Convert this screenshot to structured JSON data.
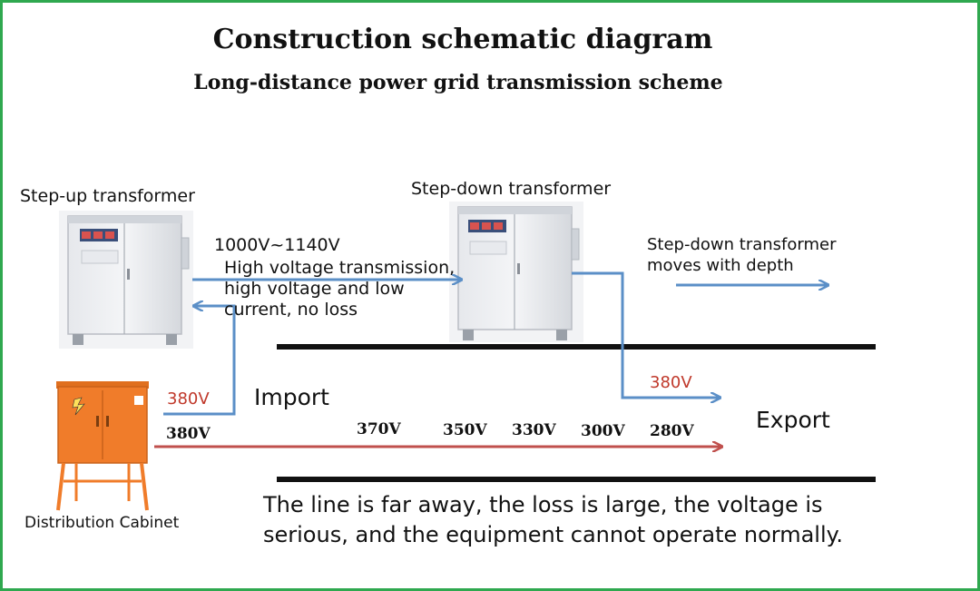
{
  "title": "Construction schematic diagram",
  "subtitle": "Long-distance power grid transmission scheme",
  "labels": {
    "step_up": "Step-up transformer",
    "step_down": "Step-down transformer",
    "voltage_range": "1000V~1140V",
    "hv_line1": "High voltage transmission,",
    "hv_line2": "high voltage and low",
    "hv_line3": "current, no loss",
    "depth_line1": "Step-down transformer",
    "depth_line2": "moves with depth",
    "import": "Import",
    "export": "Export",
    "v380_red_left": "380V",
    "v380_red_right": "380V",
    "cabinet": "Distribution Cabinet",
    "loss_line1": "The line is far away, the loss is large, the voltage is",
    "loss_line2": "serious, and the equipment cannot operate normally."
  },
  "voltage_drop": [
    "380V",
    "370V",
    "350V",
    "330V",
    "300V",
    "280V"
  ],
  "colors": {
    "frame": "#2fa84f",
    "blue_arrow": "#5b8fc7",
    "red_arrow": "#c0504d",
    "red_text": "#c0392b",
    "cabinet": "#f07c2a"
  }
}
